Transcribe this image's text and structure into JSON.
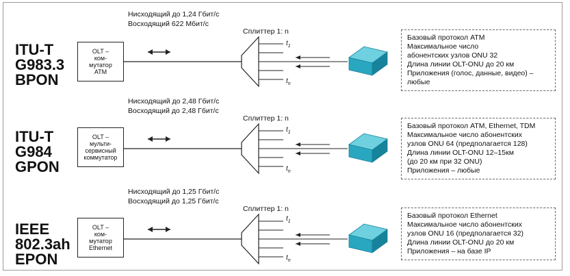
{
  "sections": [
    {
      "standard": [
        "ITU-T",
        "G983.3",
        "BPON"
      ],
      "olt": [
        "OLT –",
        "ком-",
        "мутатор",
        "ATM"
      ],
      "downstream": "Нисходящий до 1,24 Гбит/с",
      "upstream": "Восходящий 622 Мбит/с",
      "splitter": "Сплиттер 1: n",
      "t_first": "t",
      "t_first_sub": "1",
      "t_last": "t",
      "t_last_sub": "n",
      "info": [
        "Базовый протокол ATM",
        "Максимальное число",
        "абонентских узлов ONU 32",
        "Длина линии OLT-ONU до 20 км",
        "Приложения (голос, данные, видео) –",
        "любые"
      ]
    },
    {
      "standard": [
        "ITU-T",
        "G984",
        "GPON"
      ],
      "olt": [
        "OLT –",
        "мульти-",
        "сервисный",
        "коммутатор"
      ],
      "downstream": "Нисходящий до 2,48 Гбит/с",
      "upstream": "Восходящий до 2,48 Гбит/с",
      "splitter": "Сплиттер 1: n",
      "t_first": "t",
      "t_first_sub": "1",
      "t_last": "t",
      "t_last_sub": "n",
      "info": [
        "Базовый протокол ATM, Ethernet, TDM",
        "Максимальное число абонентских",
        "узлов ONU 64 (предполагается 128)",
        "Длина линии OLT-ONU 12–15км",
        "(до 20 км при 32 ONU)",
        "Приложения – любые"
      ]
    },
    {
      "standard": [
        "IEEE",
        "802.3ah",
        "EPON"
      ],
      "olt": [
        "OLT –",
        "ком-",
        "мутатор",
        "Ethernet"
      ],
      "downstream": "Нисходящий до 1,25 Гбит/с",
      "upstream": "Восходящий до 1,25 Гбит/с",
      "splitter": "Сплиттер 1: n",
      "t_first": "t",
      "t_first_sub": "1",
      "t_last": "t",
      "t_last_sub": "n",
      "info": [
        "Базовый протокол Ethernet",
        "Максимальное число абонентских",
        "узлов ONU 16 (предполагается 32)",
        "Длина линии OLT-ONU до 20 км",
        "Приложения – на базе IP"
      ]
    }
  ],
  "colors": {
    "onu": "#2aa7c0",
    "onu_dark": "#17839b",
    "line": "#222222"
  }
}
